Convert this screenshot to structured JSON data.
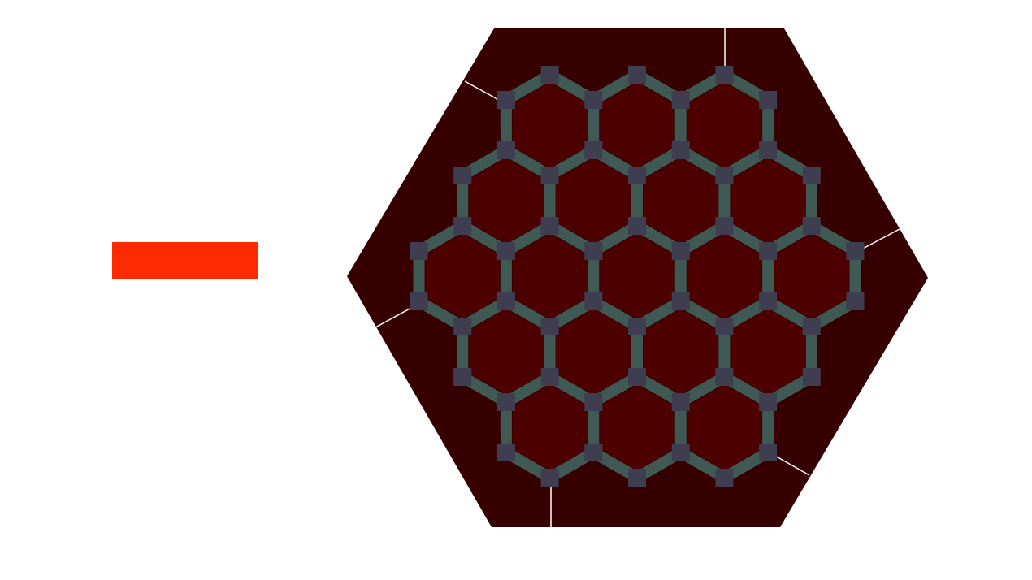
{
  "current_player": {
    "color": "#ff2b00"
  },
  "board": {
    "shape": "hexagon",
    "rows": [
      3,
      4,
      5,
      4,
      3
    ],
    "frame_color": "#360000",
    "tile_color": "#4c0000",
    "road_color": "#3f5a55",
    "settlement_color": "#3e3e50",
    "harbor_line_color": "#ffffff",
    "harbor_count": 6,
    "tiles": [
      {
        "row": 0,
        "col": 0,
        "label": ""
      },
      {
        "row": 0,
        "col": 1,
        "label": ""
      },
      {
        "row": 0,
        "col": 2,
        "label": ""
      },
      {
        "row": 1,
        "col": 0,
        "label": ""
      },
      {
        "row": 1,
        "col": 1,
        "label": ""
      },
      {
        "row": 1,
        "col": 2,
        "label": ""
      },
      {
        "row": 1,
        "col": 3,
        "label": ""
      },
      {
        "row": 2,
        "col": 0,
        "label": ""
      },
      {
        "row": 2,
        "col": 1,
        "label": ""
      },
      {
        "row": 2,
        "col": 2,
        "label": ""
      },
      {
        "row": 2,
        "col": 3,
        "label": ""
      },
      {
        "row": 2,
        "col": 4,
        "label": ""
      },
      {
        "row": 3,
        "col": 0,
        "label": ""
      },
      {
        "row": 3,
        "col": 1,
        "label": ""
      },
      {
        "row": 3,
        "col": 2,
        "label": ""
      },
      {
        "row": 3,
        "col": 3,
        "label": ""
      },
      {
        "row": 4,
        "col": 0,
        "label": ""
      },
      {
        "row": 4,
        "col": 1,
        "label": ""
      },
      {
        "row": 4,
        "col": 2,
        "label": ""
      }
    ]
  }
}
